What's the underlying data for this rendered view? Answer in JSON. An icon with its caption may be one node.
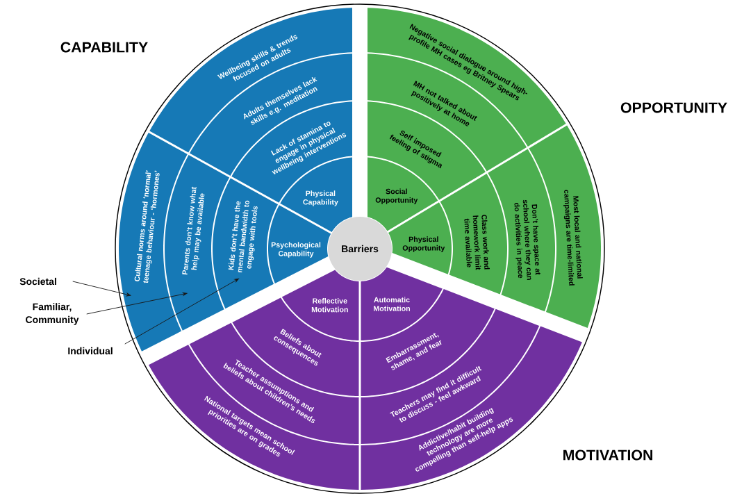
{
  "diagram": {
    "nodes": [
      {
        "text": [
          "Barriers"
        ]
      },
      {
        "text": [
          "Physical Capability"
        ]
      },
      {
        "text": [
          "Lack of stamina to engage in physical wellbeing interventions"
        ]
      },
      {
        "text": [
          "Adults themselves lack skills e.g. meditation"
        ]
      },
      {
        "text": [
          "Wellbeing skills & trends focused on adults"
        ]
      },
      {
        "text": [
          "Psychological Capability"
        ]
      },
      {
        "text": [
          "Kids don’t have the mental bandwidth to engage with tools"
        ]
      },
      {
        "text": [
          "Parents don’t know what help may be available"
        ]
      },
      {
        "text": [
          "Cultural norms around ‘normal’ teenage behaviour - ‘hormones’"
        ]
      },
      {
        "text": [
          "Social Opportunity"
        ]
      },
      {
        "text": [
          "Self imposed feeling of stigma"
        ]
      },
      {
        "text": [
          "MH not talked about positively at home"
        ]
      },
      {
        "text": [
          "Negative social dialogue around high-profile MH cases eg Britney Spears"
        ]
      },
      {
        "text": [
          "Physical Opportunity"
        ]
      },
      {
        "text": [
          "Class work and homework limit time available"
        ]
      },
      {
        "text": [
          "Don’t have space at school where they can do activities in peace"
        ]
      },
      {
        "text": [
          "Most local and national campaigns are time-limited"
        ]
      },
      {
        "text": [
          "Reflective Motivation"
        ]
      },
      {
        "text": [
          "Beliefs about consequences"
        ]
      },
      {
        "text": [
          "Teacher assumptions and beliefs about children’s needs"
        ]
      },
      {
        "text": [
          "National targets mean school priorities are on grades"
        ]
      },
      {
        "text": [
          "Automatic Motivation"
        ]
      },
      {
        "text": [
          "Embarrassment, shame, and fear"
        ]
      },
      {
        "text": [
          "Teachers may find it difficult to discuss - feel awkward"
        ]
      },
      {
        "text": [
          "Addictive/habit building technology are more compelling than self-help apps"
        ]
      },
      {
        "text": [
          "Societal"
        ]
      },
      {
        "text": [
          "Familiar, Community"
        ]
      },
      {
        "text": [
          "Individual"
        ]
      }
    ],
    "edges": [
      {
        "from": 25,
        "to": 8,
        "arrow": "to"
      },
      {
        "from": 26,
        "to": 7,
        "arrow": "to"
      },
      {
        "from": 27,
        "to": 6,
        "arrow": "to"
      }
    ],
    "labels": [
      "CAPABILITY",
      "OPPORTUNITY",
      "MOTIVATION"
    ]
  }
}
